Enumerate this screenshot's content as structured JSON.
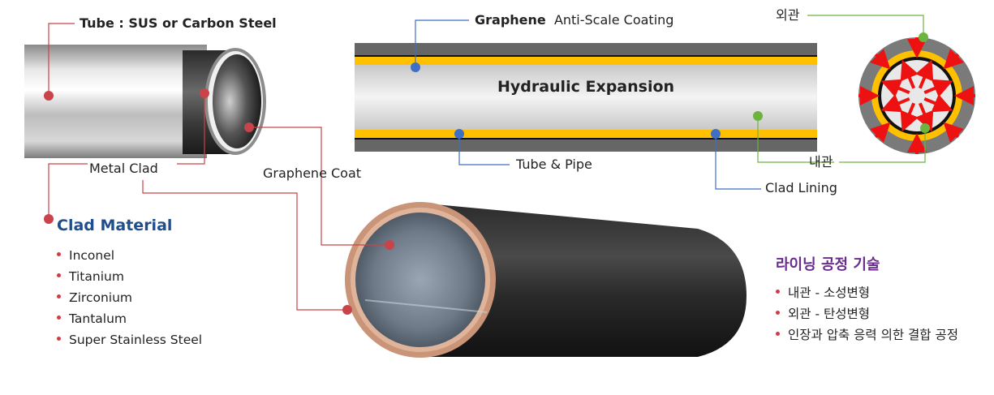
{
  "labels": {
    "tube": "Tube : SUS or Carbon Steel",
    "metal_clad": "Metal Clad",
    "graphene_coat": "Graphene Coat",
    "graphene": "Graphene",
    "anti_scale": "Anti-Scale Coating",
    "hydraulic": "Hydraulic Expansion",
    "tube_pipe": "Tube & Pipe",
    "clad_lining": "Clad Lining",
    "outer": "외관",
    "inner": "내관"
  },
  "clad_material": {
    "title": "Clad Material",
    "items": [
      "Inconel",
      "Titanium",
      "Zirconium",
      "Tantalum",
      "Super Stainless Steel"
    ]
  },
  "lining_process": {
    "title": "라이닝 공정 기술",
    "items": [
      "내관 - 소성변형",
      "외관 - 탄성변형",
      "인장과 압축 응력 의한 결합 공정"
    ]
  },
  "colors": {
    "red_marker": "#c8444a",
    "blue_marker": "#3f6fc4",
    "green_marker": "#6db33f",
    "coating_yellow": "#ffc000",
    "pipe_gray": "#5a5a5a",
    "arrow_red": "#ee1111"
  }
}
